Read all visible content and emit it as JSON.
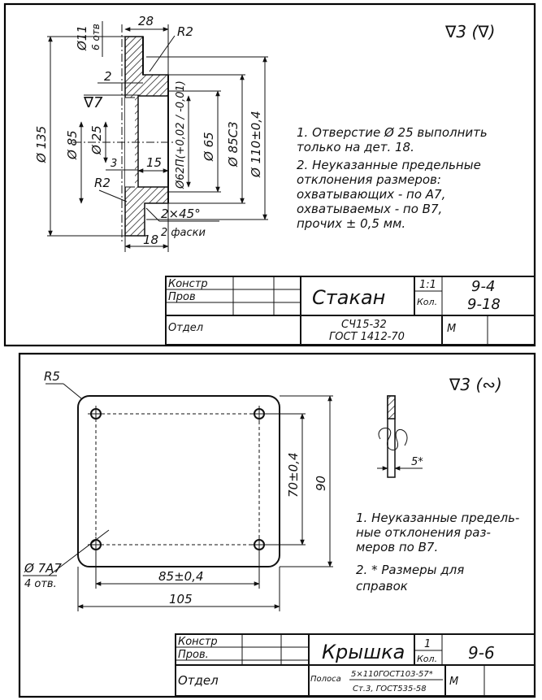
{
  "drawing1": {
    "surface_mark": "∇3 (∇)",
    "dims": {
      "hole_dia": "Ø11",
      "hole_count": "6 отв",
      "width_top": "28",
      "radius_top": "R2",
      "step": "2",
      "roughness": "∇7",
      "od_flange": "Ø 135",
      "d85": "Ø 85",
      "d25": "Ø 25",
      "three": "3",
      "radius_bottom": "R2",
      "fifteen": "15",
      "d62": "Ø62П(+0,02 / -0,01)",
      "d65": "Ø 65",
      "d85c3": "Ø 85С3",
      "d110": "Ø 110±0,4",
      "chamfer": "2×45°",
      "chamfer_note": "2 фаски",
      "width_bottom": "18"
    },
    "notes": [
      "1. Отверстие Ø 25 выполнить",
      "   только на дет. 18.",
      "2. Неуказанные предельные",
      "   отклонения размеров:",
      "   охватывающих - по А7,",
      "   охватываемых - по В7,",
      "   прочих ± 0,5 мм."
    ],
    "title_block": {
      "row1": "Констр",
      "row2": "Пров",
      "row3": "Отдел",
      "title": "Стакан",
      "scale": "1:1",
      "qty_label": "Кол.",
      "material_1": "СЧ15-32",
      "material_2": "ГОСТ 1412-70",
      "number_1": "9-4",
      "number_2": "9-18",
      "mark": "М"
    }
  },
  "drawing2": {
    "surface_mark": "∇3 (∾)",
    "dims": {
      "radius": "R5",
      "height_inner": "70±0,4",
      "height_outer": "90",
      "hole_dia": "Ø 7А7",
      "hole_count": "4 отв.",
      "width_inner": "85±0,4",
      "width_outer": "105",
      "thickness": "5*"
    },
    "notes": [
      "1. Неуказанные предель-",
      "   ные отклонения раз-",
      "   меров по В7.",
      "2. * Размеры для",
      "   справок"
    ],
    "title_block": {
      "row1": "Констр",
      "row2": "Пров.",
      "row3": "Отдел",
      "title": "Крышка",
      "scale": "1",
      "qty_label": "Кол.",
      "material_prefix": "Полоса",
      "material_1": "5×110ГОСТ103-57*",
      "material_2": "Ст.3, ГОСТ535-58",
      "number": "9-6",
      "mark": "М"
    }
  }
}
